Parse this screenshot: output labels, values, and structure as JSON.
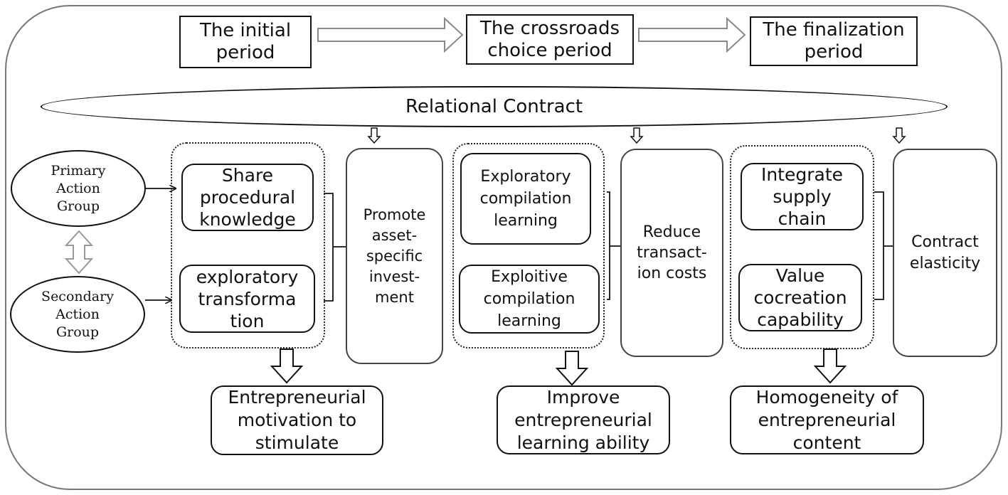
{
  "periods": {
    "initial": "The initial\nperiod",
    "crossroads": "The crossroads\nchoice period",
    "finalization": "The finalization\nperiod"
  },
  "relational_contract": "Relational Contract",
  "groups": {
    "primary": "Primary\nAction\nGroup",
    "secondary": "Secondary\nAction\nGroup"
  },
  "stage1": {
    "share": "Share\nprocedural\nknowledge",
    "exploratory": "exploratory\ntransforma\ntion",
    "promote": "Promote\nasset-\nspecific\ninvest-\nment",
    "outcome": "Entrepreneurial\nmotivation to\nstimulate"
  },
  "stage2": {
    "exploratory_learning": "Exploratory\ncompilation\nlearning",
    "exploitive_learning": "Exploitive\ncompilation\nlearning",
    "reduce": "Reduce\ntransact-\nion costs",
    "outcome": "Improve\nentrepreneurial\nlearning ability"
  },
  "stage3": {
    "integrate": "Integrate\nsupply\nchain",
    "value": "Value\ncocreation\ncapability",
    "contract": "Contract\nelasticity",
    "outcome": "Homogeneity of\nentrepreneurial\ncontent"
  }
}
